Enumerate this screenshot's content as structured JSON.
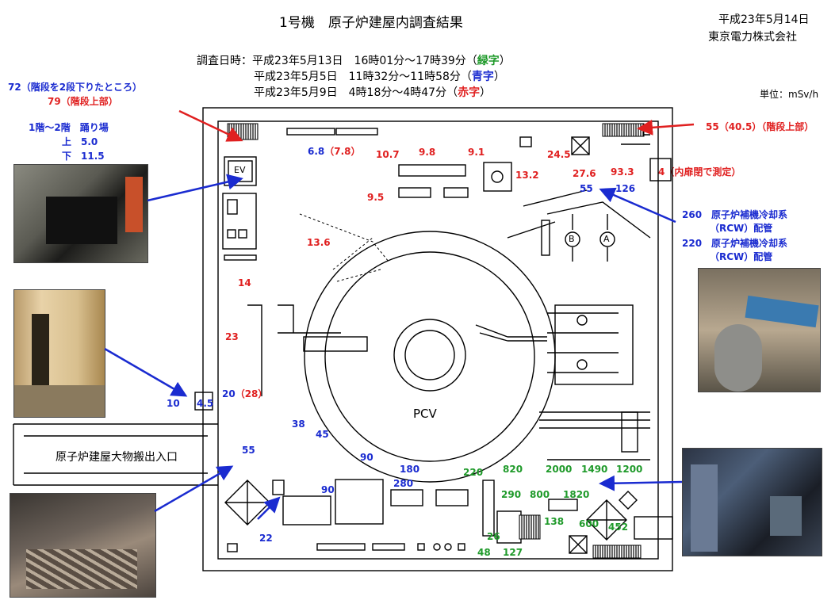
{
  "title": "1号機　原子炉建屋内調査結果",
  "header_right": {
    "date": "平成23年5月14日",
    "company": "東京電力株式会社"
  },
  "survey": {
    "line1_prefix": "調査日時：平成23年5月13日　16時01分～17時39分",
    "line1_tag": "緑字",
    "line2_prefix": "平成23年5月5日　11時32分～11時58分",
    "line2_tag": "青字",
    "line3_prefix": "平成23年5月9日　4時18分～4時47分",
    "line3_tag": "赤字",
    "open": "（",
    "close": "）"
  },
  "unit": "単位：mSv/h",
  "callouts": {
    "stairs_left_blue": "72（階段を2段下りたところ）",
    "stairs_left_red": "79（階段上部）",
    "landing_title": "1階～2階　踊り場",
    "landing_up": "上　5.0",
    "landing_down": "下　11.5",
    "stairs_right": "55（40.5）（階段上部）",
    "door_closed": "4（内扉閉で測定）",
    "rcw_260_a": "260　原子炉補機冷却系",
    "rcw_260_b": "（RCW）配管",
    "rcw_220_a": "220　原子炉補機冷却系",
    "rcw_220_b": "（RCW）配管"
  },
  "entrance_label": "原子炉建屋大物搬出入口",
  "pcv_label": "PCV",
  "ev_label": "EV",
  "pump_labels": [
    "B",
    "A"
  ],
  "readings_red": [
    "10.7",
    "9.8",
    "9.1",
    "24.5",
    "13.2",
    "27.6",
    "93.3",
    "9.5",
    "13.6",
    "14",
    "23"
  ],
  "readings_blue": [
    "6.8",
    "55",
    "126",
    "10",
    "4.5",
    "20",
    "38",
    "45",
    "90",
    "55",
    "180",
    "280",
    "90",
    "22"
  ],
  "reading_paren_red_68": "（7.8）",
  "reading_paren_red_20": "（28）",
  "readings_green": [
    "220",
    "820",
    "2000",
    "1490",
    "1200",
    "290",
    "800",
    "1820",
    "138",
    "600",
    "452",
    "26",
    "48",
    "127"
  ],
  "colors": {
    "red": "#e02020",
    "blue": "#1a2bd0",
    "green": "#1f9a2a"
  }
}
